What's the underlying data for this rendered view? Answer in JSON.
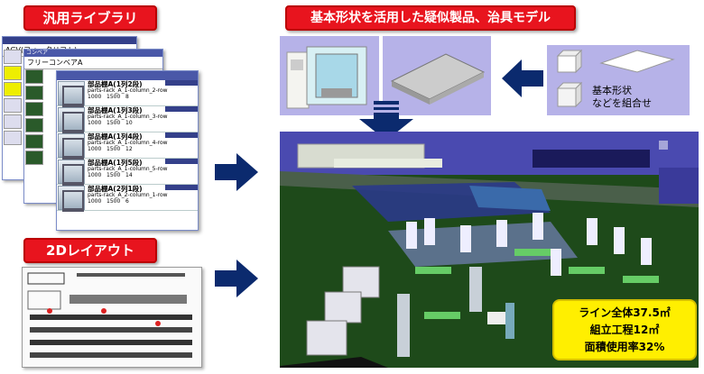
{
  "banners": {
    "library": "汎用ライブラリ",
    "layout2d": "2Dレイアウト",
    "shapes": "基本形状を活用した疑似製品、治具モデル"
  },
  "library": {
    "sheet_back_title": "AGV(フォークリフト)",
    "sheet_mid_title": "フリーコンベアA",
    "category_label": "コンベア",
    "items": [
      {
        "name": "部品棚A(1列2段)",
        "code": "parts-rack_A_1-column_2-row",
        "value": "8"
      },
      {
        "name": "部品棚A(1列3段)",
        "code": "parts-rack_A_1-column_3-row",
        "value": "10"
      },
      {
        "name": "部品棚A(1列4段)",
        "code": "parts-rack_A_1-column_4-row",
        "value": "12"
      },
      {
        "name": "部品棚A(1列5段)",
        "code": "parts-rack_A_1-column_5-row",
        "value": "14"
      },
      {
        "name": "部品棚A(2列1段)",
        "code": "parts-rack_A_2-column_1-row",
        "value": "6"
      }
    ],
    "dims": {
      "w": "1000",
      "d": "1500"
    }
  },
  "shapes": {
    "label_line1": "基本形状",
    "label_line2": "などを組合せ"
  },
  "stats": {
    "line1": "ライン全体37.5㎡",
    "line2": "組立工程12㎡",
    "line3": "面積使用率32%"
  },
  "colors": {
    "banner": "#e8141e",
    "arrow": "#0b2a6e",
    "panel": "#b6b2e8",
    "info": "#ffef00"
  }
}
